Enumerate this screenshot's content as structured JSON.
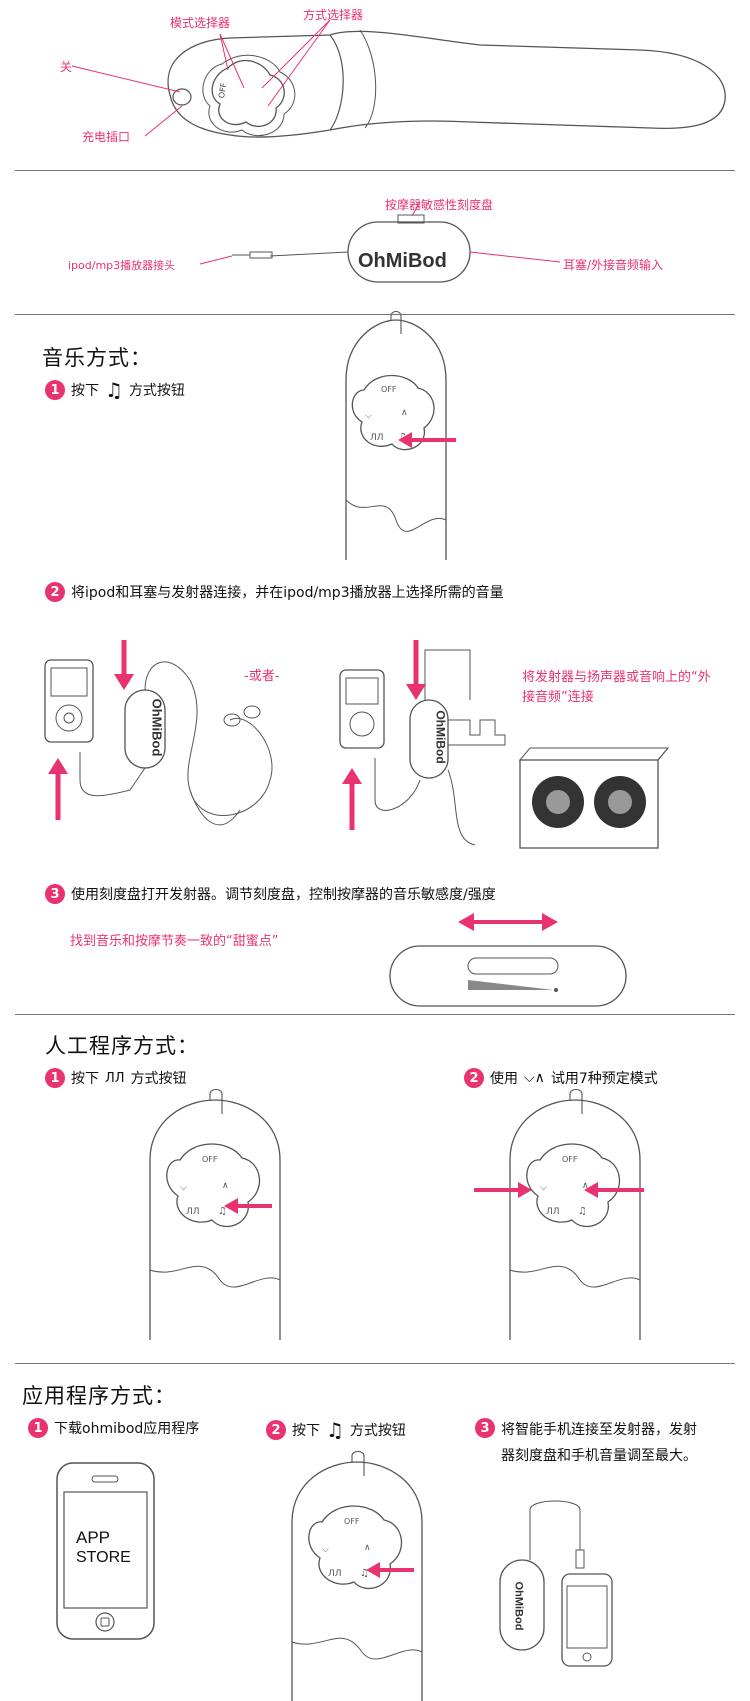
{
  "top_diagram": {
    "labels": {
      "off": "关",
      "mode_selector": "模式选择器",
      "method_selector": "方式选择器",
      "charge_port": "充电插口"
    },
    "button_off": "OFF"
  },
  "transmitter": {
    "brand": "OhMiBod",
    "labels": {
      "dial": "按摩器敏感性刻度盘",
      "ipod_jack": "ipod/mp3播放器接头",
      "earphone_in": "耳塞/外接音频输入"
    }
  },
  "music_mode": {
    "title": "音乐方式：",
    "step1_pre": "按下",
    "step1_post": "方式按钮",
    "step2": "将ipod和耳塞与发射器连接，并在ipod/mp3播放器上选择所需的音量",
    "or_label": "-或者-",
    "speaker_note": "将发射器与扬声器或音响上的“外接音频”连接",
    "step3": "使用刻度盘打开发射器。调节刻度盘，控制按摩器的音乐敏感度/强度",
    "sweet_spot": "找到音乐和按摩节奏一致的“甜蜜点”",
    "numbers": [
      "1",
      "2",
      "3"
    ]
  },
  "manual_mode": {
    "title": "人工程序方式：",
    "step1_pre": "按下",
    "step1_post": "方式按钮",
    "step2_pre": "使用",
    "step2_post": "试用7种预定模式",
    "numbers": [
      "1",
      "2"
    ]
  },
  "app_mode": {
    "title": "应用程序方式：",
    "step1": "下载ohmibod应用程序",
    "step2_pre": "按下",
    "step2_post": "方式按钮",
    "step3_line1": "将智能手机连接至发射器，发射",
    "step3_line2": "器刻度盘和手机音量调至最大。",
    "app_store_line1": "APP",
    "app_store_line2": "STORE",
    "numbers": [
      "1",
      "2",
      "3"
    ]
  },
  "colors": {
    "accent": "#e8336f",
    "line": "#555555"
  }
}
